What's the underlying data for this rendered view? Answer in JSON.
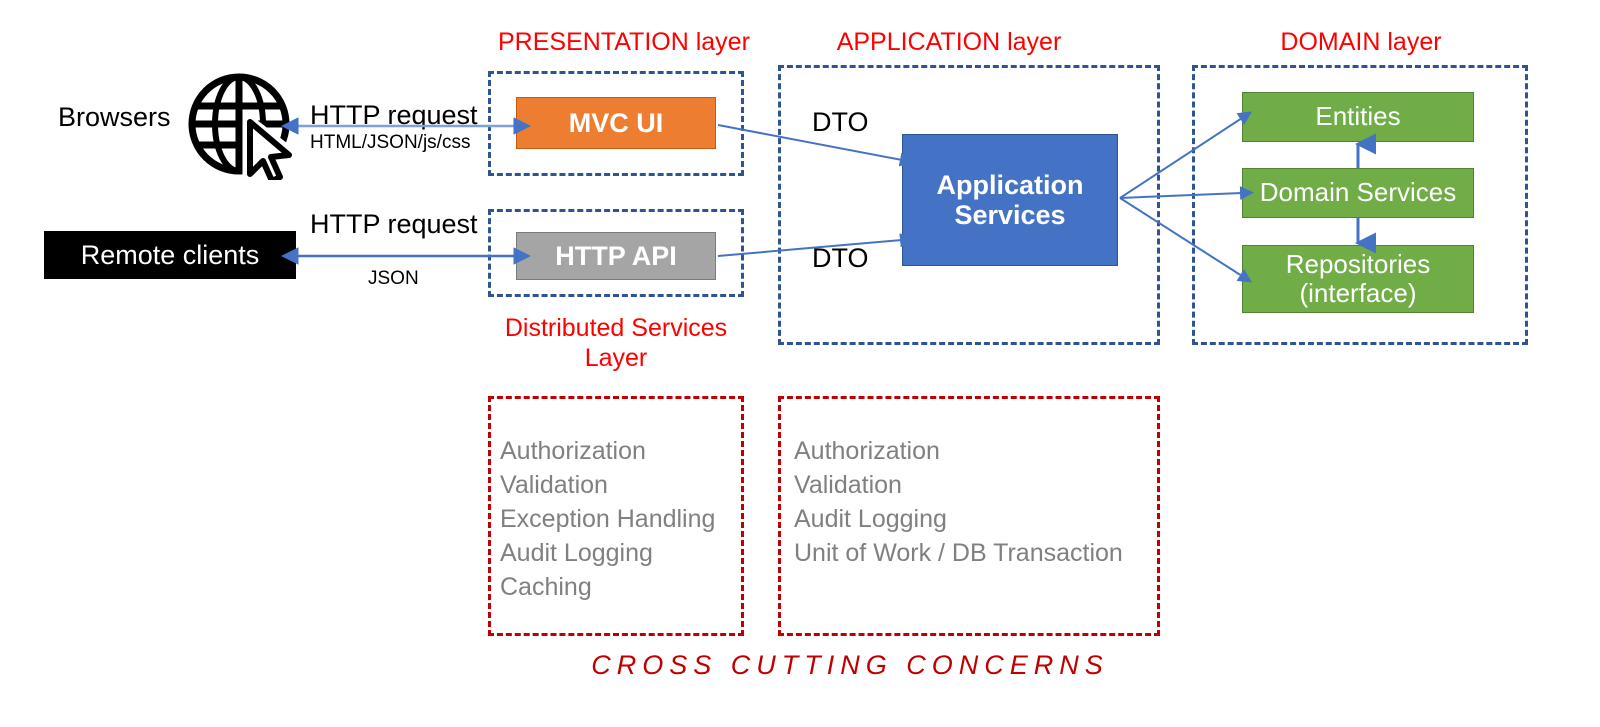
{
  "diagram": {
    "title_presentation": "PRESENTATION layer",
    "title_application": "APPLICATION layer",
    "title_domain": "DOMAIN layer",
    "title_distributed_line1": "Distributed Services",
    "title_distributed_line2": "Layer",
    "cross_cutting_caption": "CROSS CUTTING CONCERNS"
  },
  "clients": {
    "browsers_label": "Browsers",
    "browsers_icon": "globe-cursor-icon",
    "remote_clients_label": "Remote clients"
  },
  "edges": {
    "browser_request": "HTTP request",
    "browser_response": "HTML/JSON/js/css",
    "remote_request": "HTTP request",
    "remote_response": "JSON",
    "dto_top": "DTO",
    "dto_bottom": "DTO"
  },
  "presentation": {
    "mvc_ui": "MVC UI",
    "http_api": "HTTP API"
  },
  "application": {
    "app_services_line1": "Application",
    "app_services_line2": "Services"
  },
  "domain": {
    "entities": "Entities",
    "domain_services": "Domain Services",
    "repositories_line1": "Repositories",
    "repositories_line2": "(interface)"
  },
  "cross_cutting": {
    "distributed": [
      "Authorization",
      "Validation",
      "Exception Handling",
      "Audit Logging",
      "Caching"
    ],
    "application": [
      "Authorization",
      "Validation",
      "Audit Logging",
      "Unit of Work / DB Transaction"
    ]
  },
  "colors": {
    "red": "#FF0000",
    "dark_red": "#C00000",
    "blue_dash": "#2E5496",
    "orange": "#ED7D31",
    "gray": "#A5A5A5",
    "blue": "#4472C4",
    "green": "#70AD47",
    "arrow_blue": "#4472C4",
    "text_gray": "#808080",
    "black": "#000000"
  }
}
